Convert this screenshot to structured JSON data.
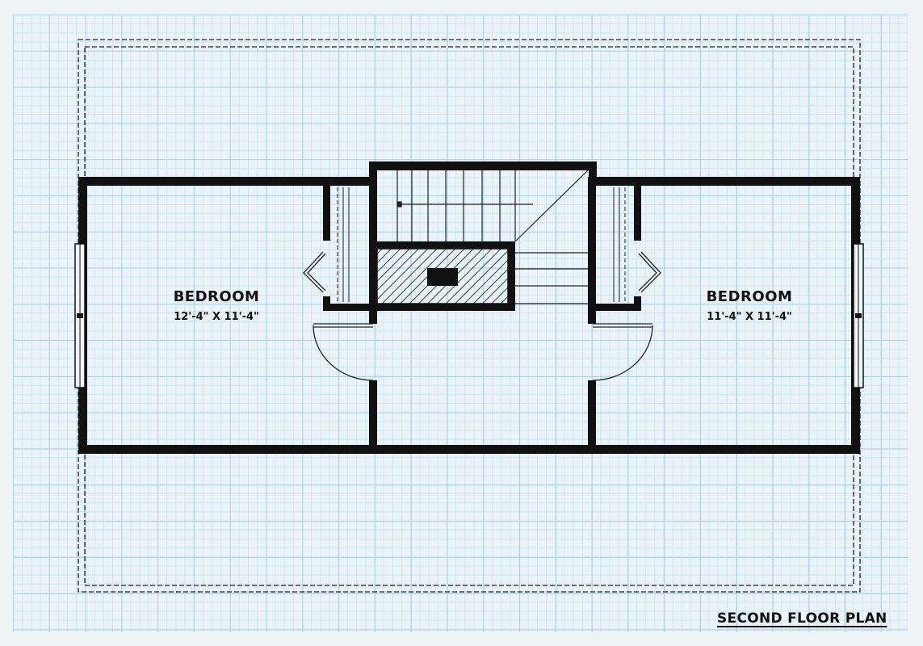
{
  "plan": {
    "title": "SECOND FLOOR PLAN",
    "rooms": [
      {
        "name": "BEDROOM",
        "dimensions": "12'-4\" X 11'-4\""
      },
      {
        "name": "BEDROOM",
        "dimensions": "11'-4\" X 11'-4\""
      }
    ]
  },
  "colors": {
    "grid_background": "#e9f3f8",
    "grid_line": "#a9d3e6",
    "wall": "#111111"
  }
}
